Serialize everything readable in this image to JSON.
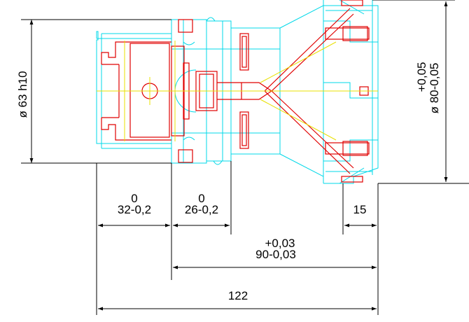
{
  "drawing": {
    "colors": {
      "outline": "#00d8e8",
      "detail": "#e00000",
      "centerline": "#e8e000",
      "dimension": "#000000"
    },
    "dimensions": {
      "left_diameter": "ø 63 h10",
      "right_diameter_main": "ø 80-0,05",
      "right_diameter_tol": "+0,05",
      "len_32_upper": "0",
      "len_32_main": "32-0,2",
      "len_26_upper": "0",
      "len_26_main": "26-0,2",
      "len_15": "15",
      "len_90_upper": "+0,03",
      "len_90_main": "90-0,03",
      "len_122": "122"
    }
  }
}
